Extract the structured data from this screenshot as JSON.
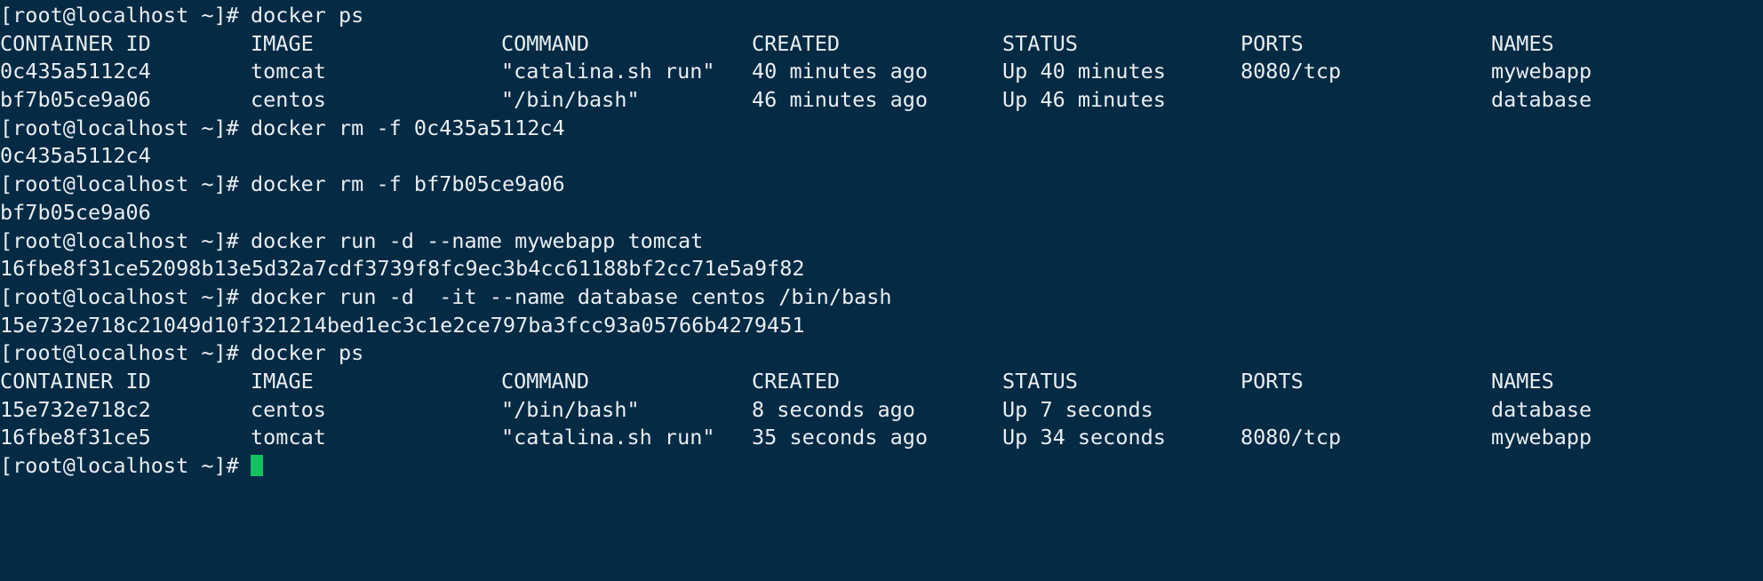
{
  "terminal": {
    "background_color": "#042a44",
    "foreground_color": "#e9eef2",
    "cursor_color": "#11c25e",
    "prompt": "[root@localhost ~]# ",
    "columns": {
      "container_id": "CONTAINER ID",
      "image": "IMAGE",
      "command": "COMMAND",
      "created": "CREATED",
      "status": "STATUS",
      "ports": "PORTS",
      "names": "NAMES"
    },
    "commands": {
      "ps_first": "docker ps",
      "rm_tomcat": "docker rm -f 0c435a5112c4",
      "rm_centos": "docker rm -f bf7b05ce9a06",
      "run_tomcat": "docker run -d --name mywebapp tomcat",
      "run_centos": "docker run -d  -it --name database centos /bin/bash",
      "ps_second": "docker ps"
    },
    "outputs": {
      "rm_tomcat_echo": "0c435a5112c4",
      "rm_centos_echo": "bf7b05ce9a06",
      "run_tomcat_id": "16fbe8f31ce52098b13e5d32a7cdf3739f8fc9ec3b4cc61188bf2cc71e5a9f82",
      "run_centos_id": "15e732e718c21049d10f321214bed1ec3c1e2ce797ba3fcc93a05766b4279451"
    },
    "ps_first_rows": [
      {
        "container_id": "0c435a5112c4",
        "image": "tomcat",
        "command": "\"catalina.sh run\"",
        "created": "40 minutes ago",
        "status": "Up 40 minutes",
        "ports": "8080/tcp",
        "names": "mywebapp"
      },
      {
        "container_id": "bf7b05ce9a06",
        "image": "centos",
        "command": "\"/bin/bash\"",
        "created": "46 minutes ago",
        "status": "Up 46 minutes",
        "ports": "",
        "names": "database"
      }
    ],
    "ps_second_rows": [
      {
        "container_id": "15e732e718c2",
        "image": "centos",
        "command": "\"/bin/bash\"",
        "created": "8 seconds ago",
        "status": "Up 7 seconds",
        "ports": "",
        "names": "database"
      },
      {
        "container_id": "16fbe8f31ce5",
        "image": "tomcat",
        "command": "\"catalina.sh run\"",
        "created": "35 seconds ago",
        "status": "Up 34 seconds",
        "ports": "8080/tcp",
        "names": "mywebapp"
      }
    ]
  }
}
